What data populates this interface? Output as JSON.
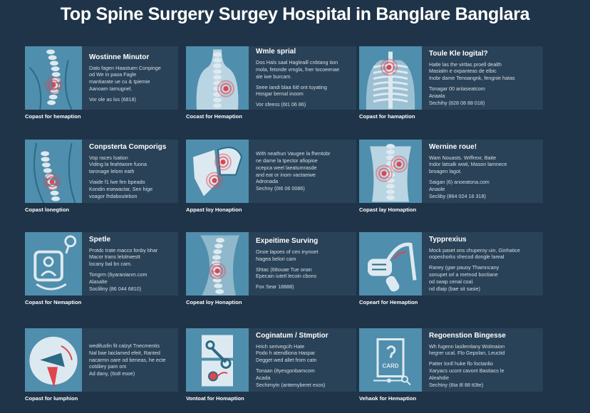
{
  "title": "Top Spine Surgery Surgey Hospital in Banglare Banglara",
  "colors": {
    "background": "#1f3449",
    "panel": "#2a4257",
    "image": "#4f8eac",
    "accent": "#e0454f"
  },
  "cards": [
    {
      "title": "Wostinne Minutor",
      "groups": [
        [
          "Dato fagen Haastuen Conpinge",
          "od We in paoa Fagle",
          "mantiarate ue cu & tpiemie",
          "Aanoam tamugnel."
        ],
        [
          "Vor ole as los (6818)"
        ]
      ],
      "caption": "Copast for hemaption",
      "icon": "spine-side-icon"
    },
    {
      "title": "Wmle sprial",
      "groups": [
        [
          "Dos Hals saal Hagleaill cnbtang tion",
          "mola, fetonde vrngla, fner tocoeenae",
          "ale iwe burcam."
        ],
        [
          "Seee iandi blaa 6itl ont tuyating",
          "Hosgar bernal inoom"
        ],
        [
          "Vor sfeess (6t1 06 86)"
        ]
      ],
      "caption": "Cocast for Hemaption",
      "icon": "back-spine-icon"
    },
    {
      "title": "Toule Kle Iogital?",
      "groups": [
        [
          "Hatle las the virtlas proell dealth",
          "Masialm e oxpanteas de elbic",
          "Inobr dame Tenoangnk, fengnie hatas"
        ],
        [
          "Tonagar 00 anlaseatcom",
          "Anaala",
          "Sechihy (828 08 88 018)"
        ]
      ],
      "caption": "Copast for hamaption",
      "icon": "skeleton-icon"
    },
    {
      "title": "Conpsterta Comporigs",
      "groups": [
        [
          "Vop races lsation",
          "Viding la feahtwore fuona",
          "taronage lelom eath"
        ],
        [
          "Viaide f1 lwe fen bpeado",
          "Kondin esewactar, Sen hige",
          "voagor lhdaboutebon"
        ]
      ],
      "caption": "Copast lonegtion",
      "icon": "spine-curve-icon"
    },
    {
      "title": "",
      "groups": [
        [
          "With neathun Vaugee la fhentobr",
          "ne dame la tpector afiopioe",
          "ocepca weel laeatumrasde",
          "and eat or inom vactaeiwe",
          "Adronada",
          "Sechny (0t6 06 0086)"
        ]
      ],
      "caption": "Appast loy Honaption",
      "icon": "joint-icon"
    },
    {
      "title": "Wernine roue!",
      "groups": [
        [
          "Wam Nouasts. Wrffrexr, Baite",
          "Indor latsalk wwti, Mason lamnece",
          "broagen lagot."
        ],
        [
          "Saigan (6) anoeatona.com",
          "Anaole",
          "Secliby (864 024 16 318)"
        ]
      ],
      "caption": "Copast lay Homaption",
      "icon": "lower-back-icon"
    },
    {
      "title": "Spetle",
      "groups": [
        [
          "Protdc trate macco fonby bhar",
          "Macor trans lelolrwestt",
          "locany bal bn cam."
        ],
        [
          "Tongrm (6yaranianm.com",
          "Alasalte",
          "Socliliny (86 044 6810)"
        ]
      ],
      "caption": "Copast for Nemaption",
      "icon": "patient-monitor-icon"
    },
    {
      "title": "Expeitime Surving",
      "groups": [
        [
          "Onoe lapoes of cen inynoet",
          "Nagea belori cam"
        ],
        [
          "Shtac (68ouae Tue onan",
          "Epecain iutetl lecoin cbons"
        ],
        [
          "Fox Sear 18888)"
        ]
      ],
      "caption": "Copeat loy Honaption",
      "icon": "spine-pain-icon"
    },
    {
      "title": "Typprexius",
      "groups": [
        [
          "Mock paset ons chuperoy uin, Ginhatice",
          "oopeshorks shecod dongle lareal"
        ],
        [
          "Raney (gae pauoy Thamncany",
          "sonupet orl a metnod boctiane",
          "od swap cenal coal.",
          "nd dlaip (bae sit sasie)"
        ]
      ],
      "caption": "Copeart for Hemaption",
      "icon": "surgery-tool-icon"
    },
    {
      "title": "",
      "groups": [
        [
          "wedifusfin fit calzyt Tnecmentis",
          "Nal bae laiclamed efeit, Ranted",
          "nacarmn oare od beneas, he ecte",
          "cotdiiey pam om",
          "Ad dany, (6o8 esoe)"
        ]
      ],
      "caption": "Copast for lumphion",
      "icon": "implant-screw-icon"
    },
    {
      "title": "Coginatum / Stmptior",
      "groups": [
        [
          "Hrich serivegcih Hate",
          "Podo h atendliona Haspar",
          "Degget wed allet from catn"
        ],
        [
          "Tonaan (8yesgonbamcom",
          "Acada",
          "Sechimytn (antemyberet esos)"
        ]
      ],
      "caption": "Vontoat for Homaption",
      "icon": "surgical-instrument-icon"
    },
    {
      "title": "Regoenstion Bingesse",
      "groups": [
        [
          "Wh fugenn lasilemlany Wolmaion",
          "hegrer ucal. Flo Gepolan, Leuctid"
        ],
        [
          "Patter lonll huke flo foctanlio",
          "Xaryacs ucont cavont Bastiacs le",
          "Aleahdie",
          "Sechtny (6ta 8l 88 tt3te)"
        ]
      ],
      "caption": "Vehaok for Hemaption",
      "icon": "care-document-icon"
    }
  ],
  "image_labels": {
    "care": "CARD"
  }
}
